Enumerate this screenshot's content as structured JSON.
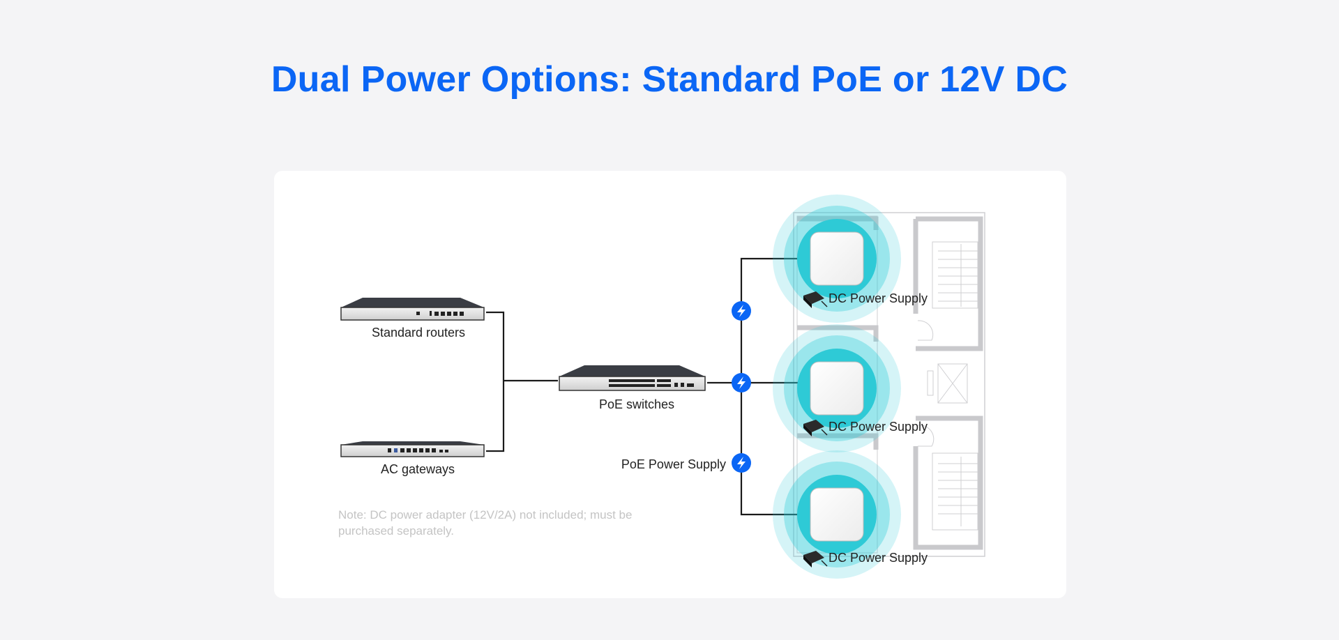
{
  "title": "Dual Power Options: Standard PoE or 12V DC",
  "devices": {
    "router_label": "Standard routers",
    "gateway_label": "AC gateways",
    "switch_label": "PoE switches",
    "poe_power_label": "PoE Power Supply"
  },
  "access_points": [
    {
      "dc_label": "DC Power Supply"
    },
    {
      "dc_label": "DC Power Supply"
    },
    {
      "dc_label": "DC Power Supply"
    }
  ],
  "note": "Note: DC power adapter (12V/2A) not included; must be purchased separately.",
  "colors": {
    "accent": "#0b66f5",
    "coverage": "#2ecad6",
    "line": "#1a1a1a"
  }
}
